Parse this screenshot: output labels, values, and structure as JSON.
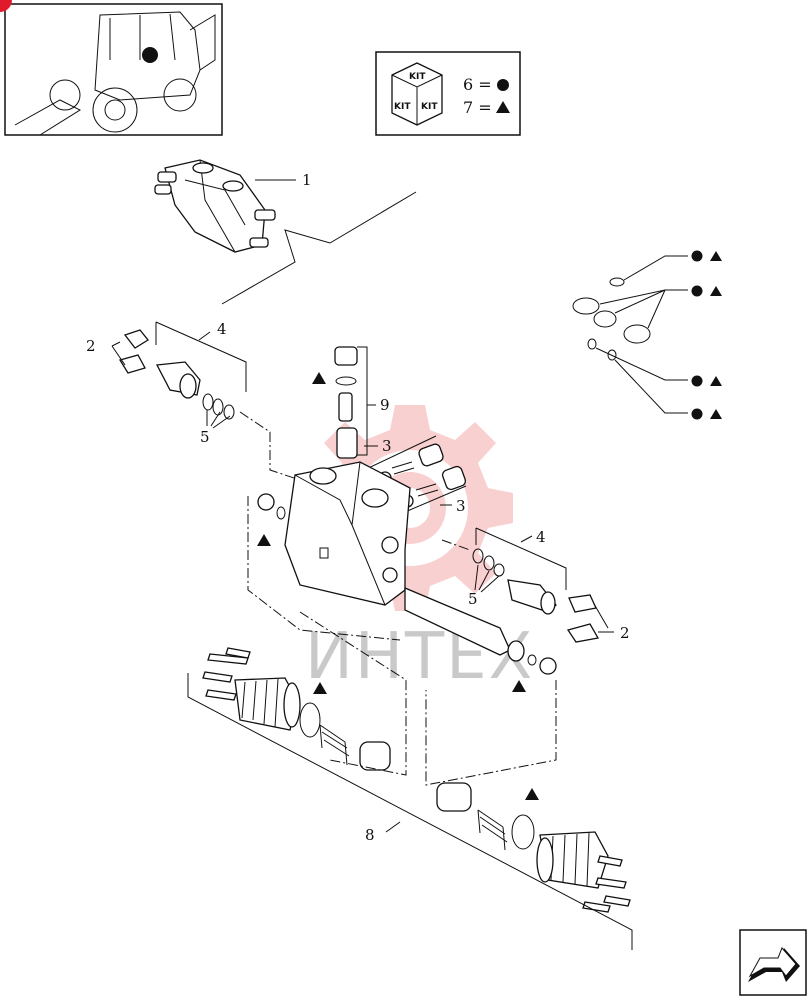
{
  "kit_legend": {
    "kit_word": "KIT",
    "line_6": "6 =",
    "line_7": "7 ="
  },
  "watermark": {
    "text": "ИНТЕХ",
    "color": "#e8302f"
  },
  "callouts": {
    "c1": "1",
    "c2a": "2",
    "c2b": "2",
    "c3a": "3",
    "c3b": "3",
    "c4a": "4",
    "c4b": "4",
    "c5a": "5",
    "c5b": "5",
    "c8": "8",
    "c9": "9"
  },
  "icons": {
    "kit_symbol": "kit-box-icon",
    "circle_marker": "filled-circle-icon",
    "triangle_marker": "filled-triangle-icon",
    "next_page": "next-page-arrow-icon"
  }
}
